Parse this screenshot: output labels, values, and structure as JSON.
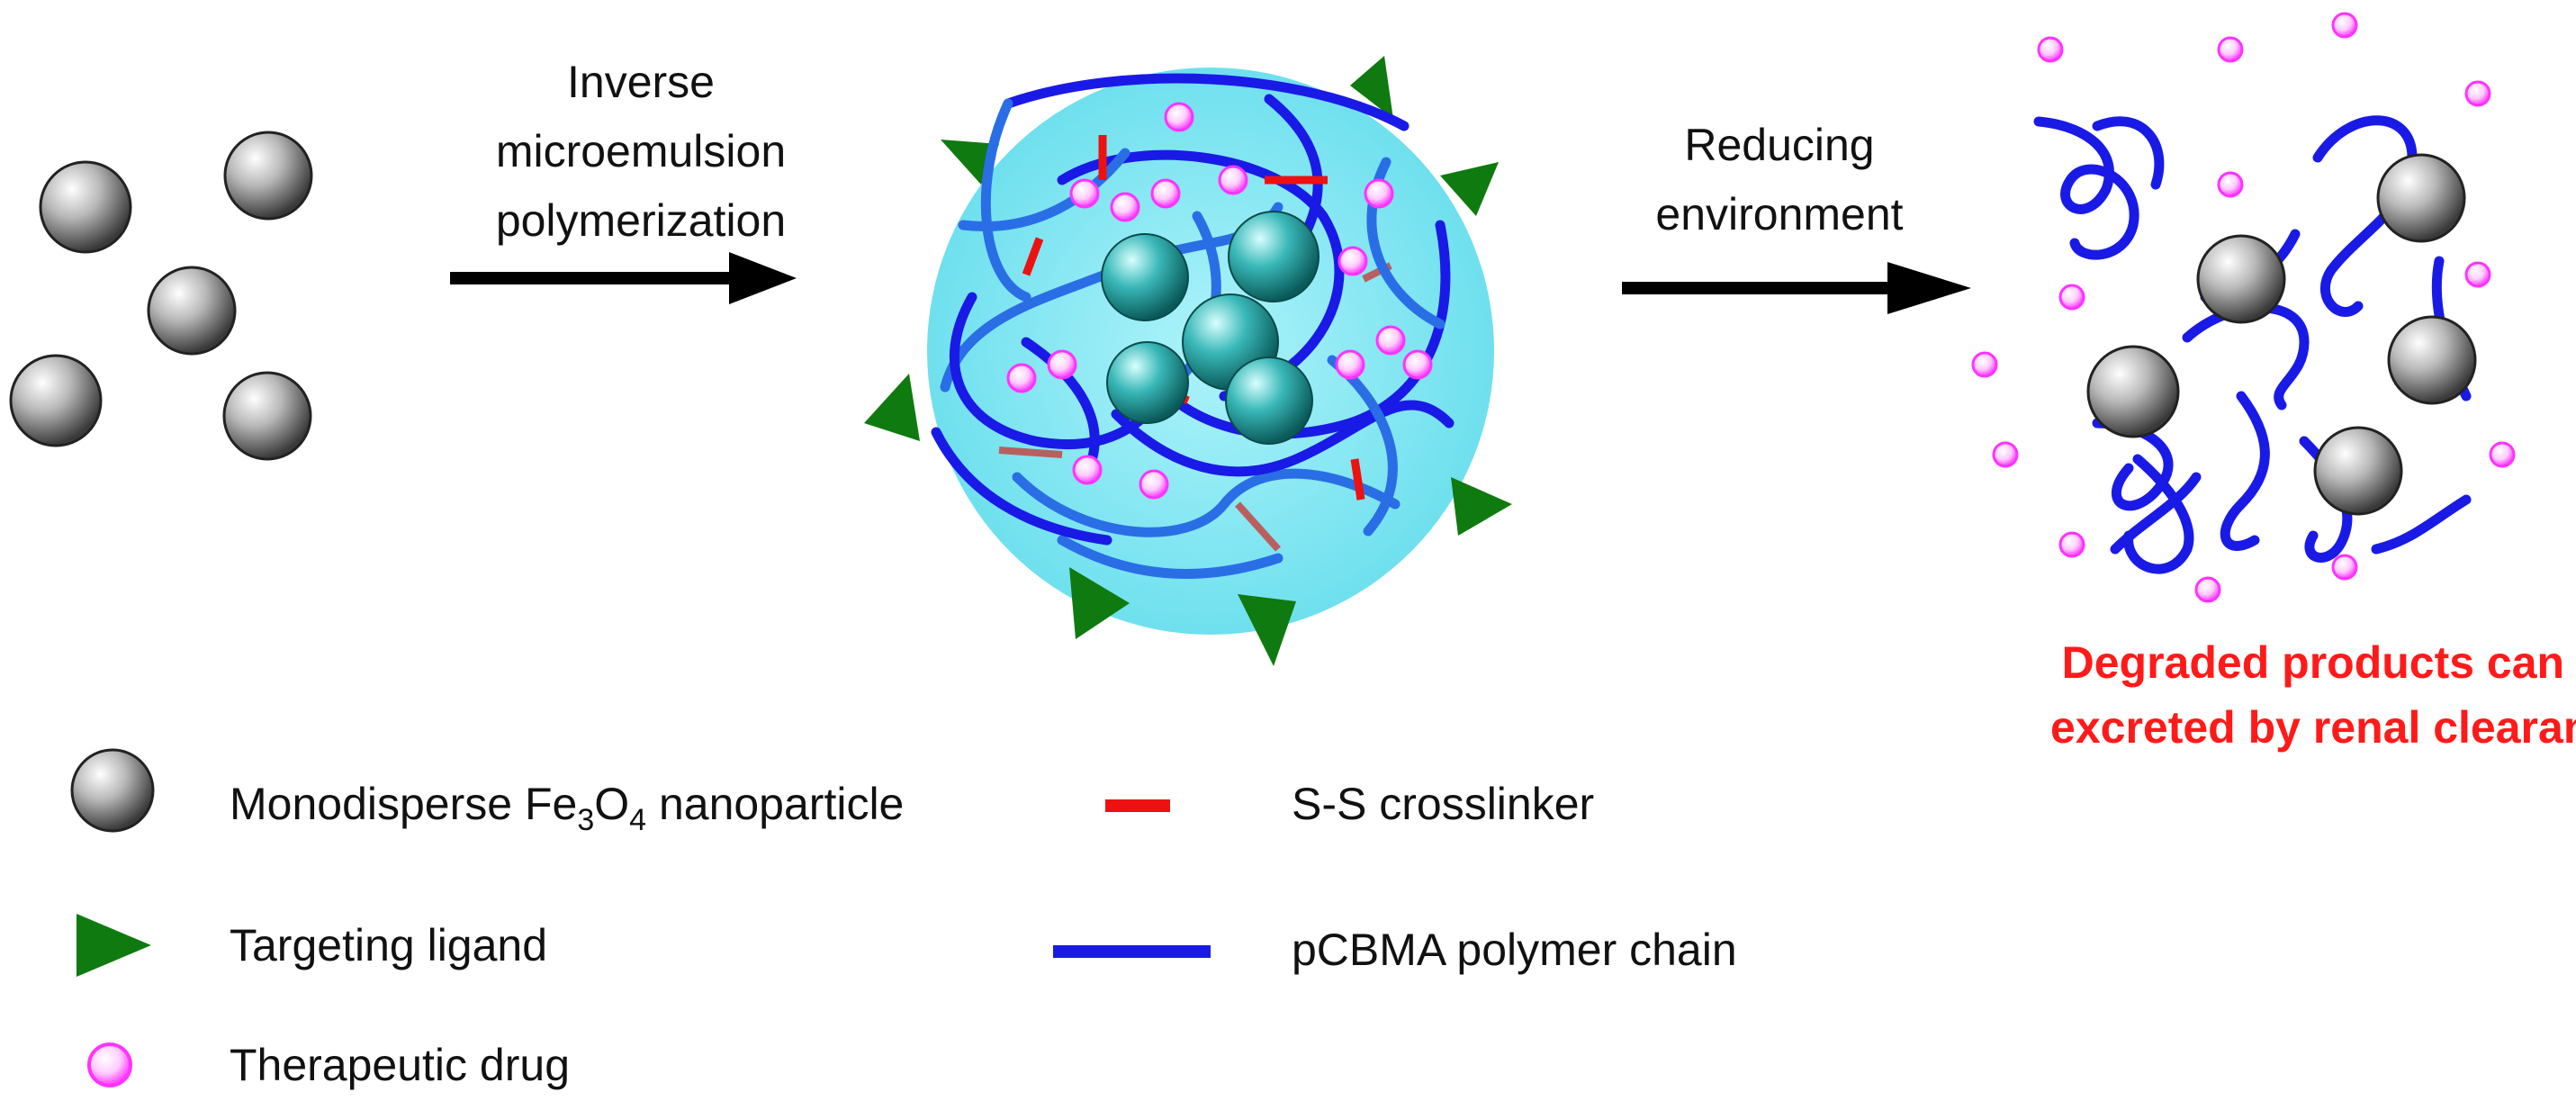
{
  "steps": {
    "step1_line1": "Inverse",
    "step1_line2": "microemulsion",
    "step1_line3": "polymerization",
    "step2_line1": "Reducing",
    "step2_line2": "environment"
  },
  "note": {
    "line1": "Degraded products can be",
    "line2": "excreted by renal clearance"
  },
  "legend": {
    "nanoparticle_prefix": "Monodisperse Fe",
    "nanoparticle_sub1": "3",
    "nanoparticle_mid": "O",
    "nanoparticle_sub2": "4",
    "nanoparticle_suffix": " nanoparticle",
    "ligand": "Targeting ligand",
    "drug": "Therapeutic drug",
    "crosslinker": "S-S crosslinker",
    "chain": "pCBMA polymer chain"
  },
  "colors": {
    "note_text": "#ff1a1a",
    "chain": "#1a1ae6",
    "crosslinker": "#ee1111",
    "ligand": "#0f7a0f",
    "drug": "#ff33ff",
    "sphere_background": "#7fe5f0",
    "core_particle": "#2aa8a8",
    "nanoparticle": "#888888"
  },
  "icons": [
    "grey-sphere-icon",
    "green-triangle-icon",
    "pink-circle-icon",
    "red-dash-icon",
    "blue-line-icon",
    "arrow-icon"
  ]
}
